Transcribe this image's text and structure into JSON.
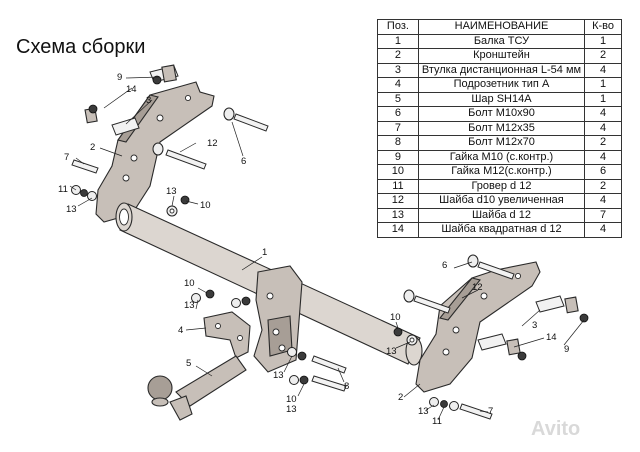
{
  "title": "Схема сборки",
  "table": {
    "headers": [
      "Поз.",
      "НАИМЕНОВАНИЕ",
      "К-во"
    ],
    "rows": [
      {
        "pos": "1",
        "name": "Балка ТСУ",
        "qty": "1"
      },
      {
        "pos": "2",
        "name": "Кронштейн",
        "qty": "2"
      },
      {
        "pos": "3",
        "name": "Втулка дистанционная L-54 мм",
        "qty": "4"
      },
      {
        "pos": "4",
        "name": "Подрозетник тип А",
        "qty": "1"
      },
      {
        "pos": "5",
        "name": "Шар SH14A",
        "qty": "1"
      },
      {
        "pos": "6",
        "name": "Болт М10х90",
        "qty": "4"
      },
      {
        "pos": "7",
        "name": "Болт М12х35",
        "qty": "4"
      },
      {
        "pos": "8",
        "name": "Болт М12х70",
        "qty": "2"
      },
      {
        "pos": "9",
        "name": "Гайка  М10 (с.контр.)",
        "qty": "4"
      },
      {
        "pos": "10",
        "name": "Гайка М12(с.контр.)",
        "qty": "6"
      },
      {
        "pos": "11",
        "name": "Гровер d 12",
        "qty": "2"
      },
      {
        "pos": "12",
        "name": "Шайба d10 увеличенная",
        "qty": "4"
      },
      {
        "pos": "13",
        "name": "Шайба d 12",
        "qty": "7"
      },
      {
        "pos": "14",
        "name": "Шайба квадратная d 12",
        "qty": "4"
      }
    ]
  },
  "callouts": [
    {
      "id": "c9a",
      "text": "9"
    },
    {
      "id": "c14a",
      "text": "14"
    },
    {
      "id": "c3a",
      "text": "3"
    },
    {
      "id": "c12a",
      "text": "12"
    },
    {
      "id": "c6a",
      "text": "6"
    },
    {
      "id": "c2a",
      "text": "2"
    },
    {
      "id": "c7a",
      "text": "7"
    },
    {
      "id": "c11a",
      "text": "11"
    },
    {
      "id": "c13a",
      "text": "13"
    },
    {
      "id": "c13b",
      "text": "13"
    },
    {
      "id": "c10a",
      "text": "10"
    },
    {
      "id": "c1",
      "text": "1"
    },
    {
      "id": "c10b",
      "text": "10"
    },
    {
      "id": "c13c",
      "text": "13"
    },
    {
      "id": "c4",
      "text": "4"
    },
    {
      "id": "c5",
      "text": "5"
    },
    {
      "id": "c10c",
      "text": "10"
    },
    {
      "id": "c13d",
      "text": "13"
    },
    {
      "id": "c13e",
      "text": "13"
    },
    {
      "id": "c8",
      "text": "8"
    },
    {
      "id": "c10d",
      "text": "10"
    },
    {
      "id": "c13f",
      "text": "13"
    },
    {
      "id": "c6b",
      "text": "6"
    },
    {
      "id": "c12b",
      "text": "12"
    },
    {
      "id": "c3b",
      "text": "3"
    },
    {
      "id": "c14b",
      "text": "14"
    },
    {
      "id": "c9b",
      "text": "9"
    },
    {
      "id": "c2b",
      "text": "2"
    },
    {
      "id": "c13g",
      "text": "13"
    },
    {
      "id": "c11b",
      "text": "11"
    },
    {
      "id": "c7b",
      "text": "7"
    }
  ],
  "watermark": "Avito",
  "colors": {
    "steel": "#c7bfb8",
    "line": "#2a2a2a",
    "nut": "#3b3b3b"
  }
}
